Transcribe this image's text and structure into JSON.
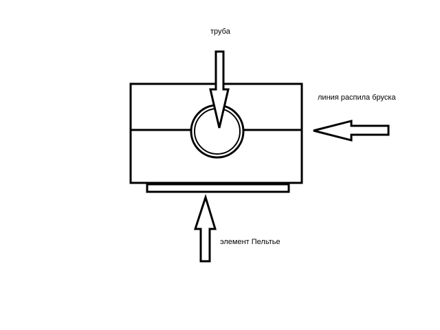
{
  "labels": {
    "pipe": "труба",
    "cut_line": "линия распила бруска",
    "peltier": "элемент Пельтье"
  },
  "colors": {
    "stroke": "#000000",
    "background": "#ffffff"
  }
}
